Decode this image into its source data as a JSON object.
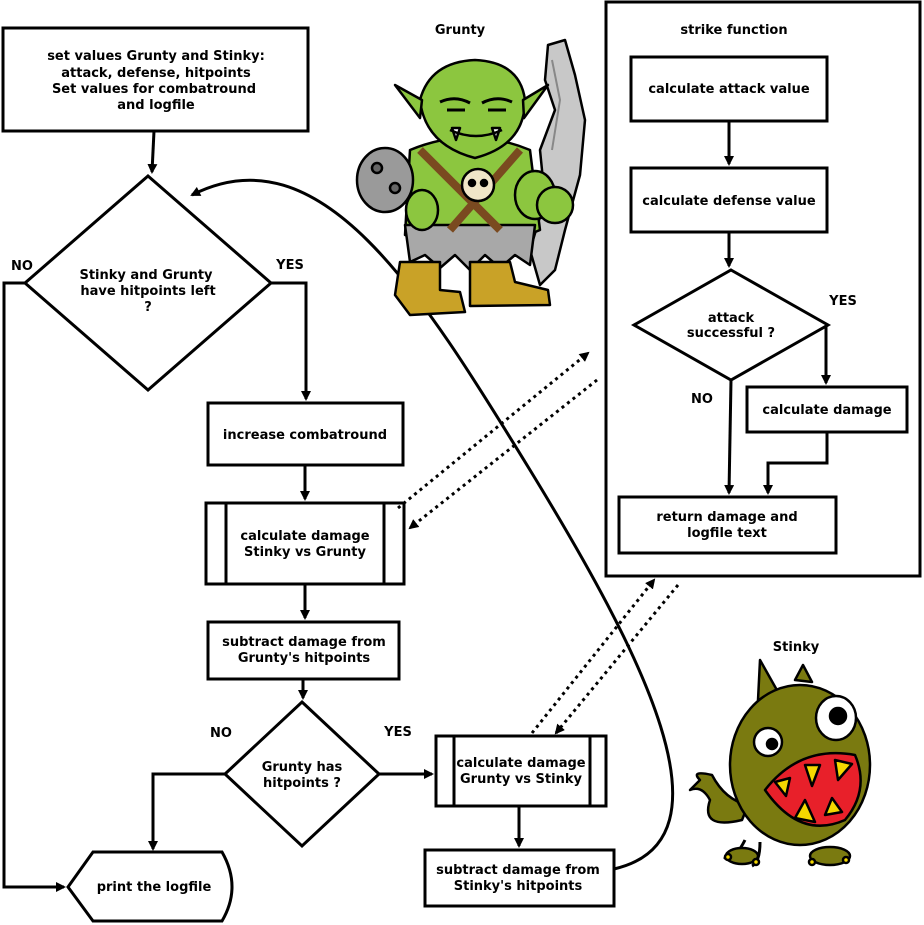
{
  "main": {
    "init": [
      "set values Grunty and Stinky:",
      "attack, defense,  hitpoints",
      "Set values for combatround",
      "and logfile"
    ],
    "loop_check": [
      "Stinky and Grunty",
      "have hitpoints left",
      "?"
    ],
    "loop_yes": "YES",
    "loop_no": "NO",
    "increase": "increase combatround",
    "calc_stinky": [
      "calculate damage",
      "Stinky vs Grunty"
    ],
    "subtract_grunty": [
      "subtract damage from",
      "Grunty's hitpoints"
    ],
    "grunty_check": [
      "Grunty has",
      "hitpoints ?"
    ],
    "grunty_yes": "YES",
    "grunty_no": "NO",
    "calc_grunty": [
      "calculate damage",
      "Grunty vs Stinky"
    ],
    "subtract_stinky": [
      "subtract damage from",
      "Stinky's hitpoints"
    ],
    "print": "print the logfile"
  },
  "strike": {
    "title": "strike function",
    "attack": "calculate attack value",
    "defense": "calculate defense value",
    "check": [
      "attack",
      "successful ?"
    ],
    "yes": "YES",
    "no": "NO",
    "damage": "calculate damage",
    "return": [
      "return damage and",
      "logfile text"
    ]
  },
  "characters": {
    "grunty": "Grunty",
    "stinky": "Stinky"
  },
  "colors": {
    "orc_skin": "#8cc63f",
    "orc_skin_dark": "#5e8f1f",
    "orc_armor": "#a0a0a0",
    "orc_boots": "#c9a227",
    "monster_body": "#7a7a10",
    "monster_mouth": "#e8202a",
    "monster_teeth": "#f5d800"
  }
}
